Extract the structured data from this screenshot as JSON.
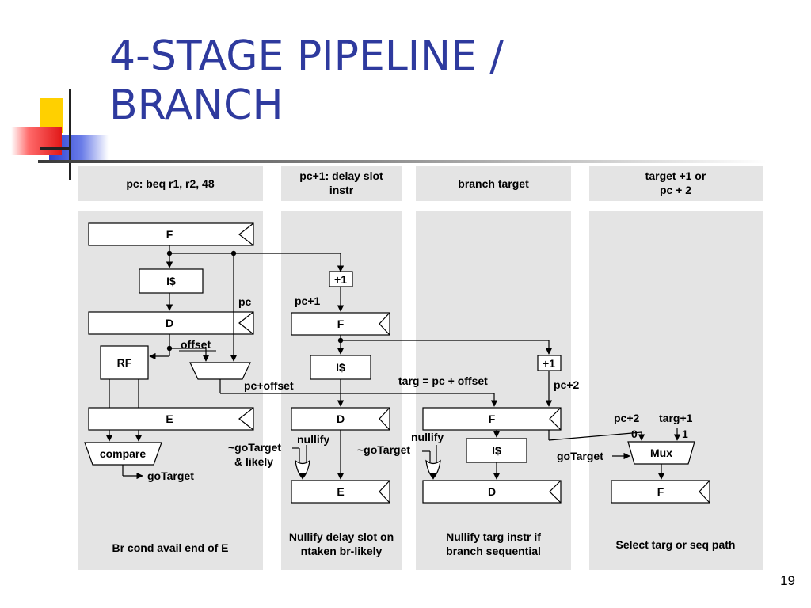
{
  "slide": {
    "title_line1": "4-STAGE PIPELINE /",
    "title_line2": "BRANCH",
    "page_number": "19"
  },
  "columns": [
    {
      "header": [
        "pc: beq r1, r2, 48"
      ],
      "footer": [
        "Br cond avail end of E"
      ]
    },
    {
      "header": [
        "pc+1: delay slot",
        "instr"
      ],
      "footer": [
        "Nullify delay slot on",
        "ntaken br-likely"
      ]
    },
    {
      "header": [
        "branch target"
      ],
      "footer": [
        "Nullify targ instr if",
        "branch sequential"
      ]
    },
    {
      "header": [
        "target +1 or",
        "pc + 2"
      ],
      "footer": [
        "Select targ or seq path"
      ]
    }
  ],
  "col1": {
    "stage_f": "F",
    "icache": "I$",
    "stage_d": "D",
    "rf": "RF",
    "stage_e": "E",
    "compare": "compare",
    "go_target": "goTarget",
    "pc": "pc",
    "offset": "offset",
    "pc_plus_offset": "pc+offset"
  },
  "col2": {
    "incr": "+1",
    "pc1": "pc+1",
    "stage_f": "F",
    "icache": "I$",
    "stage_d": "D",
    "stage_e": "E",
    "nullify": "nullify",
    "not_go_target": "~goTarget",
    "and_likely": "& likely"
  },
  "col3": {
    "targ_eq": "targ = pc + offset",
    "incr": "+1",
    "pc2": "pc+2",
    "stage_f": "F",
    "icache": "I$",
    "stage_d": "D",
    "nullify": "nullify",
    "not_go_target": "~goTarget"
  },
  "col4": {
    "pc2": "pc+2",
    "targ1": "targ+1",
    "zero": "0",
    "one": "1",
    "mux": "Mux",
    "go_target": "goTarget",
    "stage_f": "F"
  }
}
